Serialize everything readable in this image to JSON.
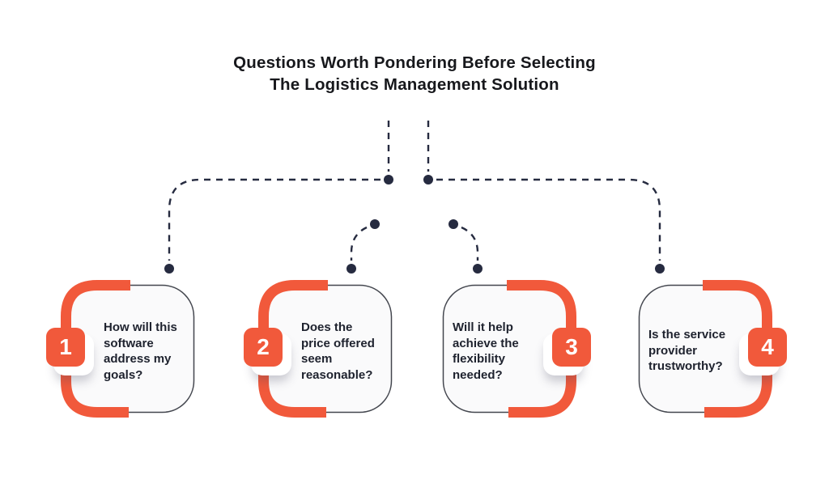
{
  "title": {
    "line1": "Questions Worth Pondering Before Selecting",
    "line2": "The Logistics Management Solution"
  },
  "cards": [
    {
      "number": "1",
      "text": "How will this\nsoftware\naddress my\ngoals?",
      "side": "left"
    },
    {
      "number": "2",
      "text": "Does the\nprice offered\nseem\nreasonable?",
      "side": "left"
    },
    {
      "number": "3",
      "text": "Will it help\nachieve the\nflexibility\nneeded?",
      "side": "right"
    },
    {
      "number": "4",
      "text": "Is the service\nprovider\ntrustworthy?",
      "side": "right"
    }
  ],
  "colors": {
    "accent": "#F1593B",
    "line": "#262B40",
    "title": "#17181C",
    "text": "#1E222E",
    "card_bg": "#FAFAFB",
    "card_border": "#43464E",
    "background": "#FFFFFF"
  }
}
